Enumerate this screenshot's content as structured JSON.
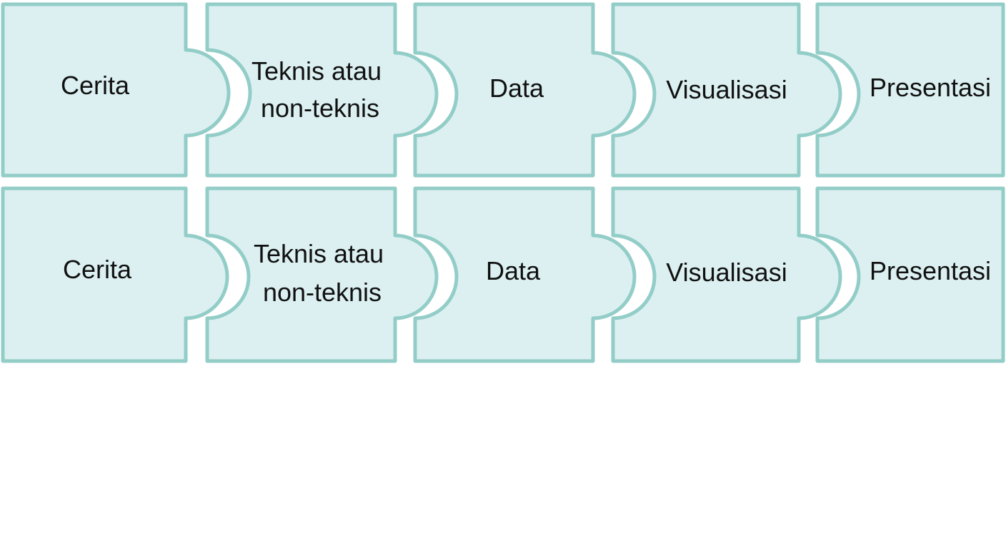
{
  "rows": [
    {
      "pieces": [
        {
          "label_lines": [
            "Cerita"
          ]
        },
        {
          "label_lines": [
            "Teknis atau",
            "non-teknis"
          ]
        },
        {
          "label_lines": [
            "Data"
          ]
        },
        {
          "label_lines": [
            "Visualisasi"
          ]
        },
        {
          "label_lines": [
            "Presentasi"
          ]
        }
      ]
    },
    {
      "pieces": [
        {
          "label_lines": [
            "Cerita"
          ]
        },
        {
          "label_lines": [
            "Teknis atau",
            "non-teknis"
          ]
        },
        {
          "label_lines": [
            "Data"
          ]
        },
        {
          "label_lines": [
            "Visualisasi"
          ]
        },
        {
          "label_lines": [
            "Presentasi"
          ]
        }
      ]
    }
  ],
  "colors": {
    "piece_fill": "#dcf0f1",
    "piece_border": "#93cdc8",
    "text": "#111111",
    "background": "#ffffff"
  }
}
